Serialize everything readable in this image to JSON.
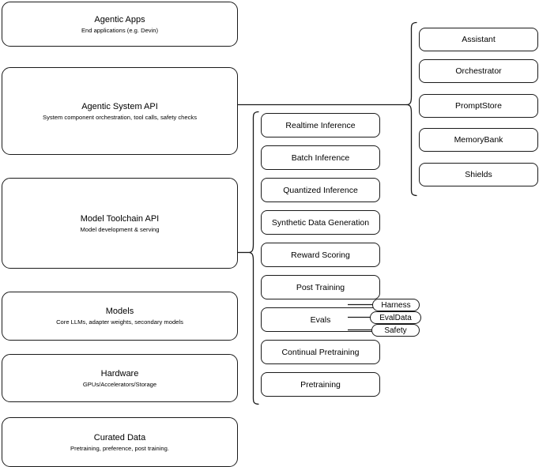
{
  "diagram": {
    "title": "Agentic AI stack layered architecture diagram",
    "stroke_color": "#1a1a1a",
    "background_color": "#ffffff",
    "layers": [
      {
        "name": "agentic-apps",
        "title": "Agentic Apps",
        "subtitle": "End applications (e.g. Devin)"
      },
      {
        "name": "agentic-system-api",
        "title": "Agentic System API",
        "subtitle": "System component orchestration, tool calls, safety checks"
      },
      {
        "name": "model-toolchain-api",
        "title": "Model Toolchain API",
        "subtitle": "Model development & serving"
      },
      {
        "name": "models",
        "title": "Models",
        "subtitle": "Core LLMs, adapter weights, secondary models"
      },
      {
        "name": "hardware",
        "title": "Hardware",
        "subtitle": "GPUs/Accelerators/Storage"
      },
      {
        "name": "curated-data",
        "title": "Curated Data",
        "subtitle": "Pretraining, preference, post training."
      }
    ],
    "toolchain_components": [
      {
        "name": "realtime-inference",
        "label": "Realtime Inference"
      },
      {
        "name": "batch-inference",
        "label": "Batch Inference"
      },
      {
        "name": "quantized-inference",
        "label": "Quantized Inference"
      },
      {
        "name": "synthetic-data-generation",
        "label": "Synthetic Data Generation"
      },
      {
        "name": "reward-scoring",
        "label": "Reward Scoring"
      },
      {
        "name": "post-training",
        "label": "Post Training"
      },
      {
        "name": "evals",
        "label": "Evals"
      },
      {
        "name": "continual-pretraining",
        "label": "Continual Pretraining"
      },
      {
        "name": "pretraining",
        "label": "Pretraining"
      }
    ],
    "system_components": [
      {
        "name": "assistant",
        "label": "Assistant"
      },
      {
        "name": "orchestrator",
        "label": "Orchestrator"
      },
      {
        "name": "promptstore",
        "label": "PromptStore"
      },
      {
        "name": "memorybank",
        "label": "MemoryBank"
      },
      {
        "name": "shields",
        "label": "Shields"
      }
    ],
    "evals_subcomponents": [
      {
        "name": "harness",
        "label": "Harness"
      },
      {
        "name": "evaldata",
        "label": "EvalData"
      },
      {
        "name": "safety",
        "label": "Safety"
      }
    ]
  }
}
